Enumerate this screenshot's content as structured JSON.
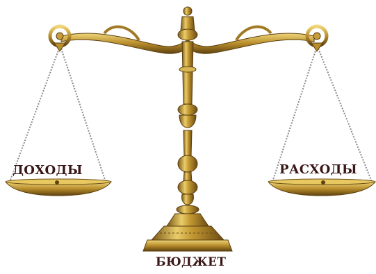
{
  "labels": {
    "left_pan": "ДОХОДЫ",
    "right_pan": "РАСХОДЫ",
    "base": "БЮДЖЕТ"
  },
  "colors": {
    "gold_light": "#e8c860",
    "gold_mid": "#b8902e",
    "gold_dark": "#6a4c14",
    "chain": "#8a8a8a",
    "label_text": "#3a1616"
  },
  "icons": [
    "balance-scale-icon"
  ]
}
